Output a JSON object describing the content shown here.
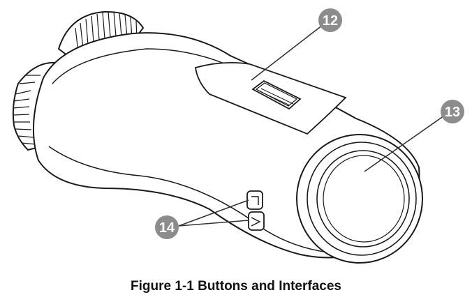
{
  "diagram": {
    "callouts": [
      {
        "id": "12",
        "label": "12"
      },
      {
        "id": "13",
        "label": "13"
      },
      {
        "id": "14",
        "label": "14"
      }
    ],
    "colors": {
      "callout_fill": "#8c8c8c",
      "outline": "#1a1a1a",
      "leader": "#333333"
    }
  },
  "caption": {
    "text": "Figure 1-1 Buttons and Interfaces"
  }
}
